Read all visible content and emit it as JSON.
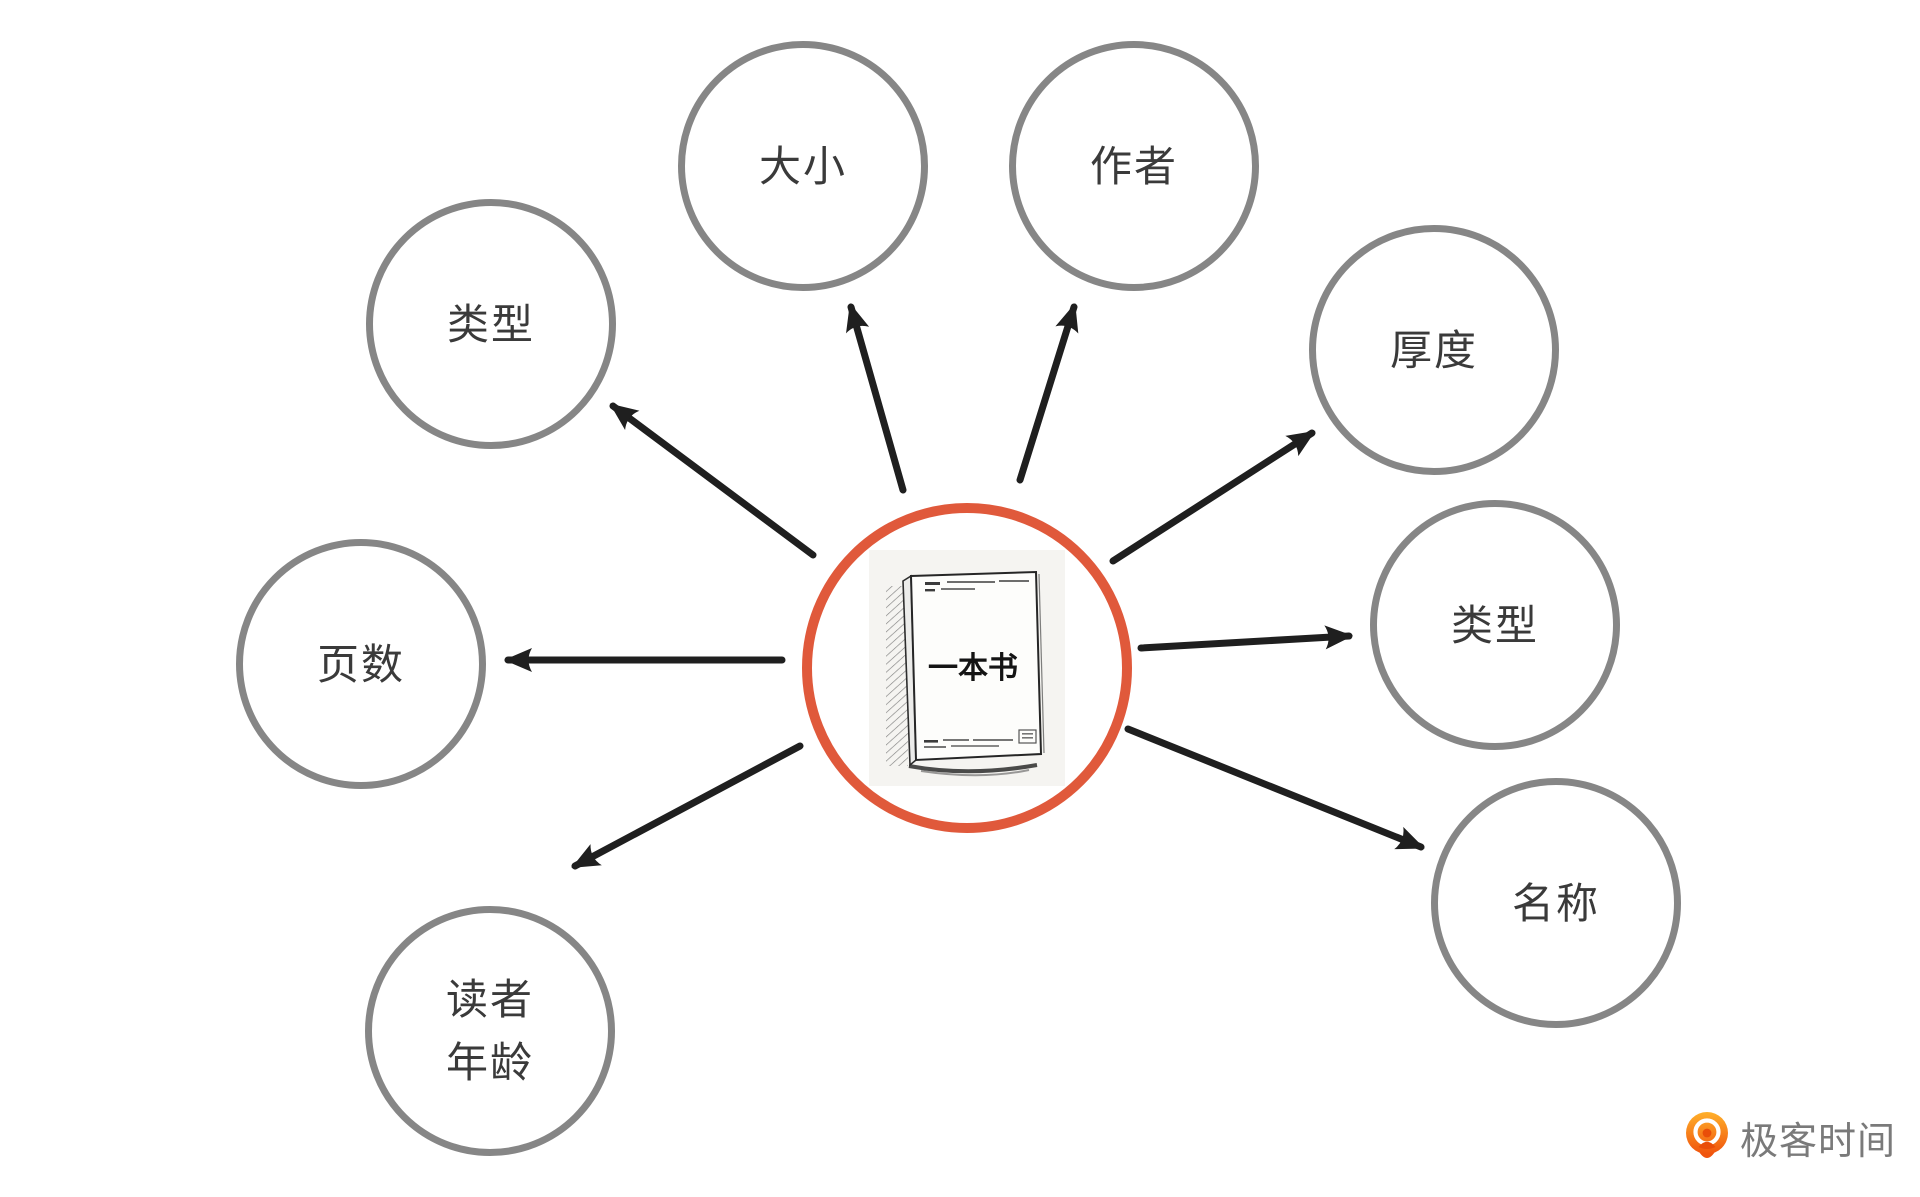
{
  "diagram": {
    "center": {
      "label": "一本书"
    },
    "nodes": [
      {
        "id": "size",
        "label": "大小"
      },
      {
        "id": "author",
        "label": "作者"
      },
      {
        "id": "type-left",
        "label": "类型"
      },
      {
        "id": "thickness",
        "label": "厚度"
      },
      {
        "id": "pages",
        "label": "页数"
      },
      {
        "id": "type-right",
        "label": "类型"
      },
      {
        "id": "reader-age",
        "label": "读者\n年龄"
      },
      {
        "id": "name",
        "label": "名称"
      }
    ]
  },
  "branding": {
    "logo_text": "极客时间",
    "logo_icon": "geektime-bulb-icon"
  },
  "colors": {
    "center_ring": "#E0593B",
    "node_ring": "#868686",
    "arrow": "#1F1F1F",
    "label_text": "#3A3A3A",
    "logo_orange": "#F35B0B",
    "logo_text_gray": "#7A7A7A",
    "book_background": "#F5F4F1"
  }
}
